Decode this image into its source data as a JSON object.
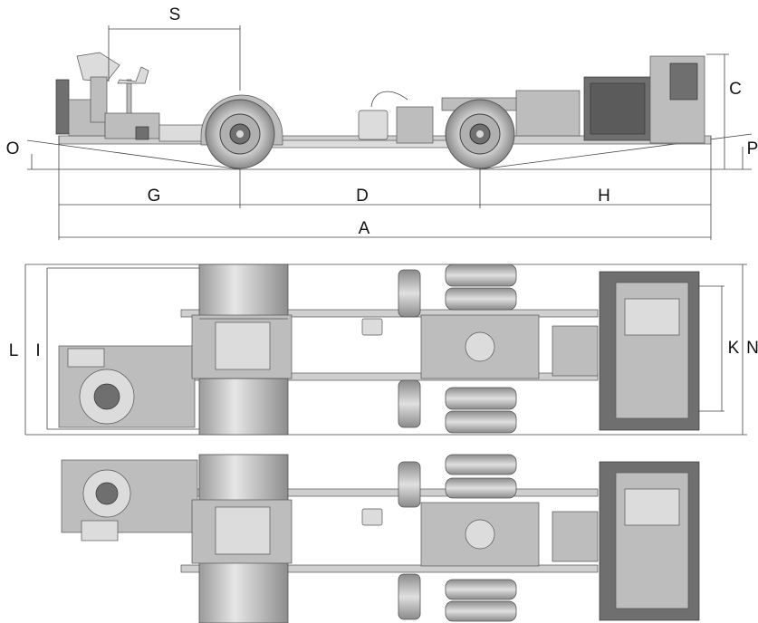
{
  "labels": {
    "S": "S",
    "C": "C",
    "O": "O",
    "P": "P",
    "G": "G",
    "D": "D",
    "H": "H",
    "A": "A",
    "L": "L",
    "I": "I",
    "K": "K",
    "N": "N"
  },
  "colors": {
    "metal": "#bdbdbd",
    "dark": "#6f6f6f",
    "line": "#444444",
    "background": "#ffffff"
  }
}
